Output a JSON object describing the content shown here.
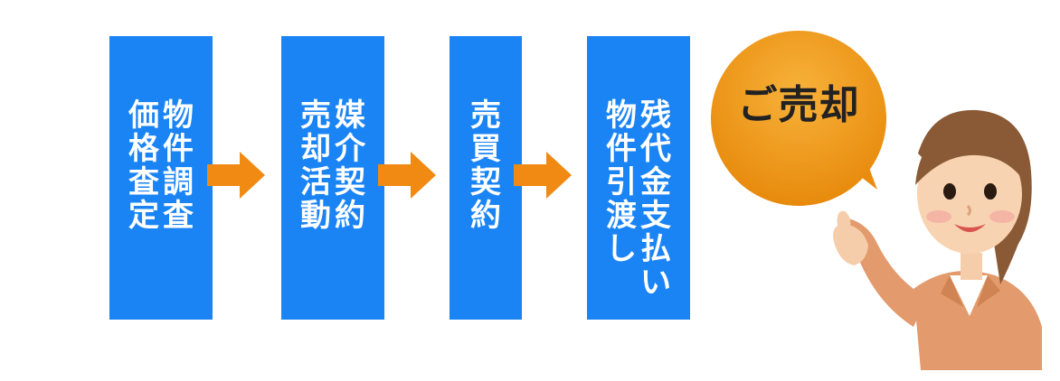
{
  "steps": [
    {
      "id": "step-1",
      "lines": [
        "物件調査",
        "価格査定"
      ]
    },
    {
      "id": "step-2",
      "lines": [
        "媒介契約",
        "売却活動"
      ]
    },
    {
      "id": "step-3",
      "lines": [
        "売買契約"
      ]
    },
    {
      "id": "step-4",
      "lines": [
        "残代金支払い",
        "物件引渡し"
      ]
    }
  ],
  "bubble": {
    "label": "ご売却"
  },
  "colors": {
    "box": "#1a84f5",
    "arrow": "#f08a12",
    "bubble": "#f19b17"
  }
}
